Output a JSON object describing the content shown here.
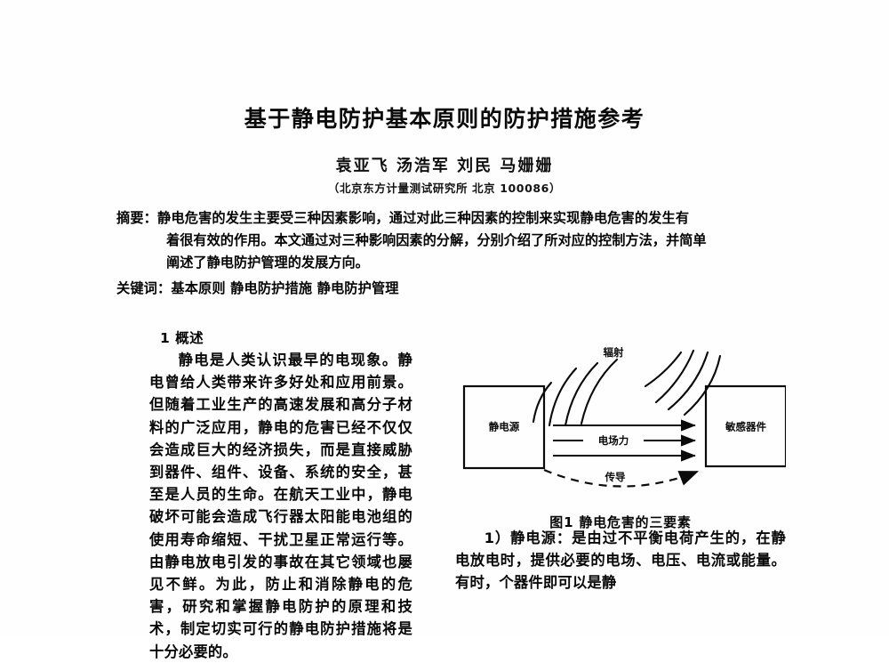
{
  "paper": {
    "title": "基于静电防护基本原则的防护措施参考",
    "authors": "袁亚飞  汤浩军  刘民  马姗姗",
    "affiliation": "（北京东方计量测试研究所 北京 100086）",
    "abstract": {
      "label": "摘要：",
      "line1": "静电危害的发生主要受三种因素影响，通过对此三种因素的控制来实现静电危害的发生有",
      "line2": "着很有效的作用。本文通过对三种影响因素的分解，分别介绍了所对应的控制方法，并简单",
      "line3": "阐述了静电防护管理的发展方向。"
    },
    "keywords": {
      "label": "关键词：",
      "text": "基本原则 静电防护措施  静电防护管理"
    },
    "sections": {
      "overview_heading": "1 概述",
      "overview_body": "静电是人类认识最早的电现象。静电曾给人类带来许多好处和应用前景。但随着工业生产的高速发展和高分子材料的广泛应用，静电的危害已经不仅仅会造成巨大的经济损失，而是直接威胁到器件、组件、设备、系统的安全，甚至是人员的生命。在航天工业中，静电破坏可能会造成飞行器太阳能电池组的使用寿命缩短、干扰卫星正常运行等。由静电放电引发的事故在其它领域也屡见不鲜。为此，防止和消除静电的危害，研究和掌握静电防护的原理和技术，制定切实可行的静电防护措施将是十分必要的。",
      "item_one": "1）静电源：是由过不平衡电荷产生的，在静电放电时，提供必要的电场、电压、电流或能量。有时，个器件即可以是静"
    },
    "figure": {
      "caption": "图1 静电危害的三要素",
      "source_box": "静电源",
      "target_box": "敏感器件",
      "radiation_label": "辐射",
      "field_force_label": "电场力",
      "conduction_label": "传导"
    }
  },
  "colors": {
    "ink": "#0a0a0a",
    "paper": "#ffffff"
  }
}
